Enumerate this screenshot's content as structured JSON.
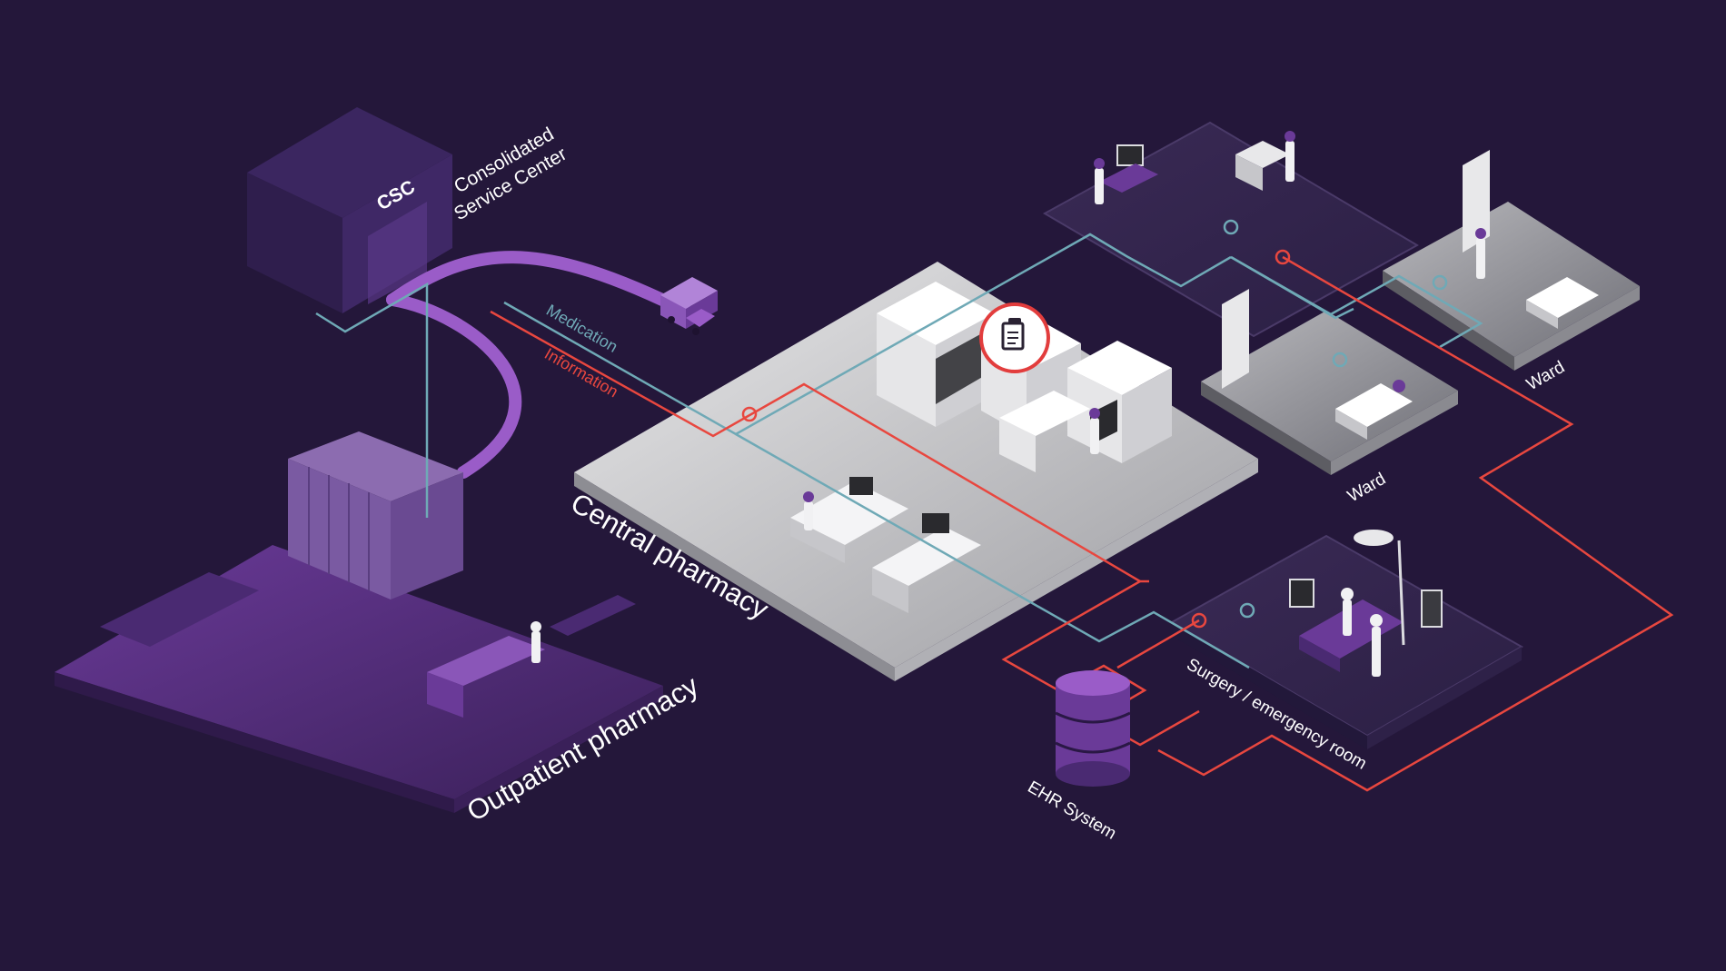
{
  "diagram": {
    "nodes": {
      "csc": {
        "badge": "CSC",
        "line1": "Consolidated",
        "line2": "Service Center"
      },
      "central_pharmacy": {
        "label": "Central pharmacy"
      },
      "outpatient_pharmacy": {
        "label": "Outpatient pharmacy"
      },
      "ward_1": {
        "label": "Ward"
      },
      "ward_2": {
        "label": "Ward"
      },
      "surgery": {
        "label": "Surgery / emergency room"
      },
      "ehr": {
        "label": "EHR System"
      }
    },
    "legend": {
      "medication": "Medication",
      "information": "Information"
    },
    "colors": {
      "background": "#24173a",
      "medication_line": "#6fa9b6",
      "information_line": "#e8473f",
      "purple_floor": "#5a2f86",
      "purple_accent": "#9a5cc8",
      "white_floor": "#d8d8da",
      "text": "#ffffff"
    },
    "icons": [
      "truck-icon",
      "clipboard-icon",
      "database-icon"
    ]
  }
}
